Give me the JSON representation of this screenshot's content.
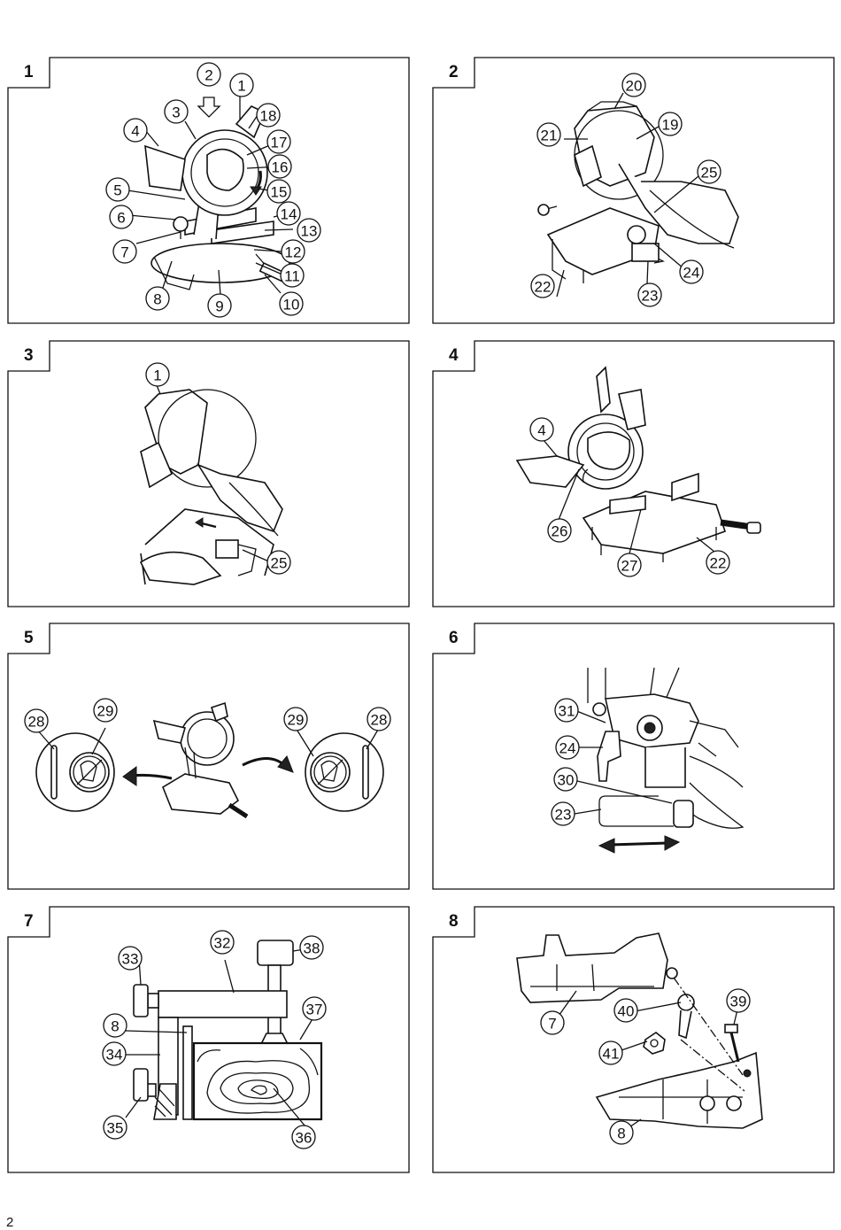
{
  "page_number": "2",
  "figures": [
    {
      "number": "1",
      "callouts": [
        "1",
        "2",
        "3",
        "4",
        "5",
        "6",
        "7",
        "8",
        "9",
        "10",
        "11",
        "12",
        "13",
        "14",
        "15",
        "16",
        "17",
        "18"
      ]
    },
    {
      "number": "2",
      "callouts": [
        "19",
        "20",
        "21",
        "22",
        "23",
        "24",
        "25"
      ]
    },
    {
      "number": "3",
      "callouts": [
        "1",
        "25"
      ]
    },
    {
      "number": "4",
      "callouts": [
        "4",
        "22",
        "26",
        "27"
      ]
    },
    {
      "number": "5",
      "callouts": [
        "28",
        "29",
        "29",
        "28"
      ]
    },
    {
      "number": "6",
      "callouts": [
        "23",
        "24",
        "30",
        "31"
      ]
    },
    {
      "number": "7",
      "callouts": [
        "8",
        "32",
        "33",
        "34",
        "35",
        "36",
        "37",
        "38"
      ]
    },
    {
      "number": "8",
      "callouts": [
        "7",
        "8",
        "39",
        "40",
        "41"
      ]
    }
  ]
}
